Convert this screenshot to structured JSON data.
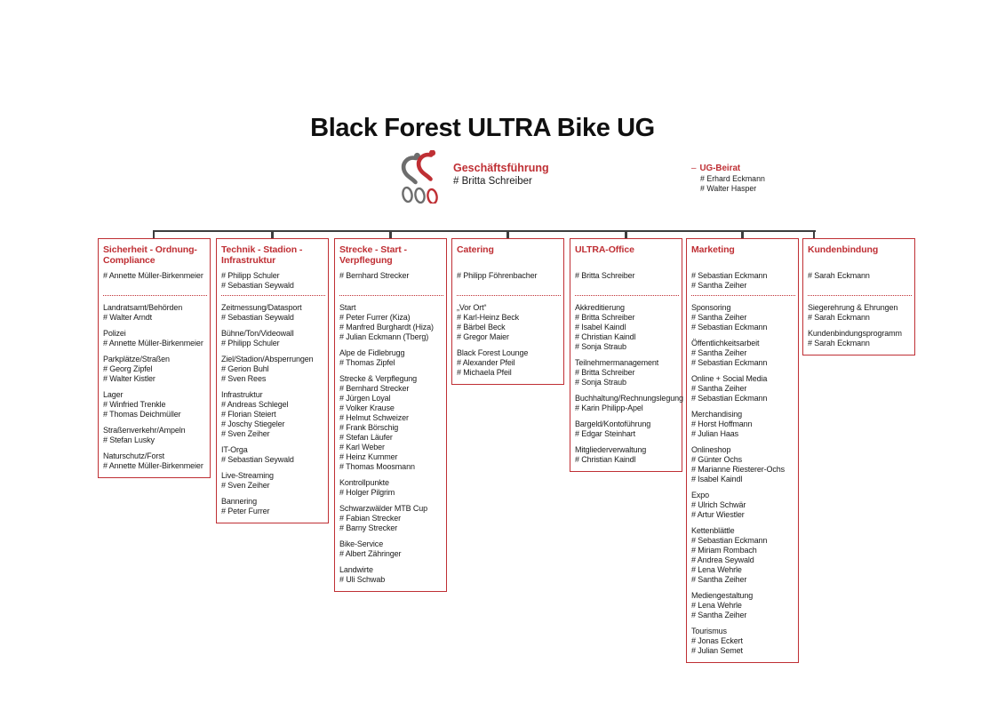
{
  "title": "Black Forest ULTRA Bike UG",
  "colors": {
    "accent_red": "#bf2f34",
    "connector_gray": "#3d3d3d",
    "logo_gray": "#6d6d6d"
  },
  "management": {
    "label": "Geschäftsführung",
    "members": [
      "# Britta Schreiber"
    ]
  },
  "advisory": {
    "dash": "–",
    "label": "UG-Beirat",
    "members": [
      "# Erhard Eckmann",
      "# Walter Hasper"
    ]
  },
  "departments": [
    {
      "title": "Sicherheit - Ordnung-\nCompliance",
      "heads": [
        "# Annette Müller-Birkenmeier"
      ],
      "sections": [
        {
          "name": "Landratsamt/Behörden",
          "members": [
            "# Walter Arndt"
          ]
        },
        {
          "name": "Polizei",
          "members": [
            "# Annette Müller-Birkenmeier"
          ]
        },
        {
          "name": "Parkplätze/Straßen",
          "members": [
            "# Georg Zipfel",
            "# Walter Kistler"
          ]
        },
        {
          "name": "Lager",
          "members": [
            "# Winfried Trenkle",
            "# Thomas Deichmüller"
          ]
        },
        {
          "name": "Straßenverkehr/Ampeln",
          "members": [
            "# Stefan Lusky"
          ]
        },
        {
          "name": "Naturschutz/Forst",
          "members": [
            "# Annette Müller-Birkenmeier"
          ]
        }
      ]
    },
    {
      "title": "Technik - Stadion -\nInfrastruktur",
      "heads": [
        "# Philipp Schuler",
        "# Sebastian Seywald"
      ],
      "sections": [
        {
          "name": "Zeitmessung/Datasport",
          "members": [
            "# Sebastian Seywald"
          ]
        },
        {
          "name": "Bühne/Ton/Videowall",
          "members": [
            "# Philipp Schuler"
          ]
        },
        {
          "name": "Ziel/Stadion/Absperrungen",
          "members": [
            "# Gerion Buhl",
            "# Sven Rees"
          ]
        },
        {
          "name": "Infrastruktur",
          "members": [
            "# Andreas Schlegel",
            "# Florian Steiert",
            "# Joschy Stiegeler",
            "# Sven Zeiher"
          ]
        },
        {
          "name": "IT-Orga",
          "members": [
            "# Sebastian Seywald"
          ]
        },
        {
          "name": "Live-Streaming",
          "members": [
            "# Sven Zeiher"
          ]
        },
        {
          "name": "Bannering",
          "members": [
            "# Peter Furrer"
          ]
        }
      ]
    },
    {
      "title": "Strecke - Start -\nVerpflegung",
      "heads": [
        "# Bernhard Strecker"
      ],
      "sections": [
        {
          "name": "Start",
          "members": [
            "# Peter Furrer (Kiza)",
            "# Manfred Burghardt (Hiza)",
            "# Julian Eckmann (Tberg)"
          ]
        },
        {
          "name": "Alpe de Fidlebrugg",
          "members": [
            "# Thomas Zipfel"
          ]
        },
        {
          "name": "Strecke & Verpflegung",
          "members": [
            "# Bernhard Strecker",
            "# Jürgen Loyal",
            "# Volker Krause",
            "# Helmut Schweizer",
            "# Frank Börschig",
            "# Stefan Läufer",
            "# Karl Weber",
            "# Heinz Kummer",
            "# Thomas Moosmann"
          ]
        },
        {
          "name": "Kontrollpunkte",
          "members": [
            "# Holger Pilgrim"
          ]
        },
        {
          "name": "Schwarzwälder MTB Cup",
          "members": [
            "# Fabian Strecker",
            "# Barny Strecker"
          ]
        },
        {
          "name": "Bike-Service",
          "members": [
            "# Albert Zähringer"
          ]
        },
        {
          "name": "Landwirte",
          "members": [
            "# Uli Schwab"
          ]
        }
      ]
    },
    {
      "title": "Catering",
      "heads": [
        "# Philipp Föhrenbacher"
      ],
      "sections": [
        {
          "name": "„Vor Ort“",
          "members": [
            "# Karl-Heinz Beck",
            "# Bärbel Beck",
            "# Gregor Maier"
          ]
        },
        {
          "name": "Black Forest Lounge",
          "members": [
            "# Alexander Pfeil",
            "# Michaela Pfeil"
          ]
        }
      ]
    },
    {
      "title": "ULTRA-Office",
      "heads": [
        "# Britta Schreiber"
      ],
      "sections": [
        {
          "name": "Akkreditierung",
          "members": [
            "# Britta Schreiber",
            "# Isabel Kaindl",
            "# Christian Kaindl",
            "# Sonja Straub"
          ]
        },
        {
          "name": "Teilnehmermanagement",
          "members": [
            "# Britta Schreiber",
            "# Sonja Straub"
          ]
        },
        {
          "name": "Buchhaltung/Rechnungslegung",
          "members": [
            "# Karin Philipp-Apel"
          ]
        },
        {
          "name": "Bargeld/Kontoführung",
          "members": [
            "# Edgar Steinhart"
          ]
        },
        {
          "name": "Mitgliederverwaltung",
          "members": [
            "# Christian Kaindl"
          ]
        }
      ]
    },
    {
      "title": "Marketing",
      "heads": [
        "# Sebastian Eckmann",
        "# Santha Zeiher"
      ],
      "sections": [
        {
          "name": "Sponsoring",
          "members": [
            "# Santha Zeiher",
            "# Sebastian Eckmann"
          ]
        },
        {
          "name": "Öffentlichkeitsarbeit",
          "members": [
            "# Santha Zeiher",
            "# Sebastian Eckmann"
          ]
        },
        {
          "name": "Online + Social Media",
          "members": [
            "# Santha Zeiher",
            "# Sebastian Eckmann"
          ]
        },
        {
          "name": "Merchandising",
          "members": [
            "# Horst Hoffmann",
            "# Julian Haas"
          ]
        },
        {
          "name": "Onlineshop",
          "members": [
            "# Günter Ochs",
            "# Marianne Riesterer-Ochs",
            "# Isabel Kaindl"
          ]
        },
        {
          "name": "Expo",
          "members": [
            "# Ulrich Schwär",
            "# Artur Wiestler"
          ]
        },
        {
          "name": "Kettenblättle",
          "members": [
            "# Sebastian Eckmann",
            "# Miriam Rombach",
            "# Andrea Seywald",
            "# Lena Wehrle",
            "# Santha Zeiher"
          ]
        },
        {
          "name": "Mediengestaltung",
          "members": [
            "# Lena Wehrle",
            "# Santha Zeiher"
          ]
        },
        {
          "name": "Tourismus",
          "members": [
            "# Jonas Eckert",
            "# Julian Semet"
          ]
        }
      ]
    },
    {
      "title": "Kundenbindung",
      "heads": [
        "# Sarah Eckmann"
      ],
      "sections": [
        {
          "name": "Siegerehrung & Ehrungen",
          "members": [
            "# Sarah Eckmann"
          ]
        },
        {
          "name": "Kundenbindungsprogramm",
          "members": [
            "# Sarah Eckmann"
          ]
        }
      ]
    }
  ]
}
